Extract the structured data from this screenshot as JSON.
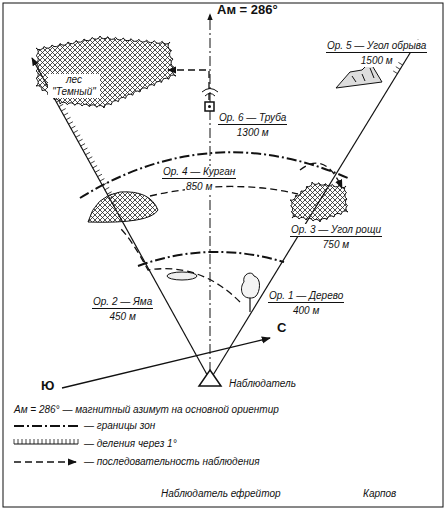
{
  "diagram": {
    "labels": [
      "Aм = 286°",
      "Ор. 5 — Угол обрыва",
      "1500 м",
      "лес \"Темный\"",
      "Ор. 6 — Труба",
      "1300 м",
      "Ор. 4 — Курган",
      "850 м",
      "Ор. 3 — Угол рощи",
      "750 м",
      "Ор. 2 — Яма",
      "450 м",
      "Ор. 1 — Дерево",
      "400 м",
      "С",
      "Ю",
      "Наблюдатель",
      "Наблюдатель ефрейтор",
      "Карпов"
    ],
    "legend": [
      {
        "text": "Aм = 286° — магнитный азимут на основной ориентир"
      },
      {
        "text": "— границы зон"
      },
      {
        "text": "— деления через 1°"
      },
      {
        "text": "— последовательность наблюдения"
      }
    ]
  }
}
